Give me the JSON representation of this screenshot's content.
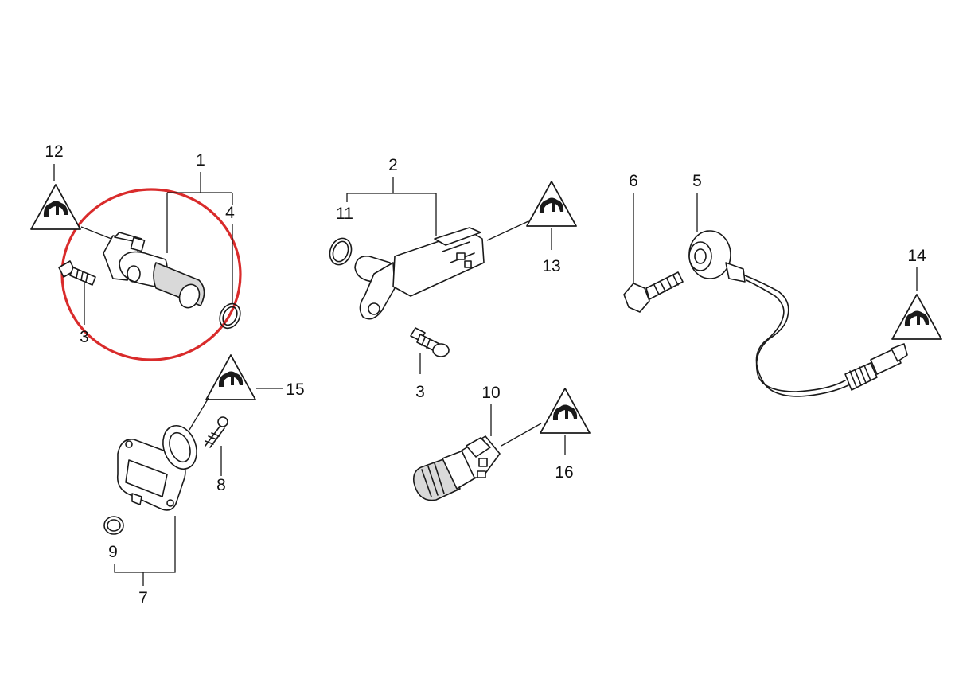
{
  "labels": {
    "p1": "1",
    "p2": "2",
    "p3a": "3",
    "p3b": "3",
    "p4": "4",
    "p5": "5",
    "p6": "6",
    "p7": "7",
    "p8": "8",
    "p9": "9",
    "p10": "10",
    "p11": "11",
    "p12": "12",
    "p13": "13",
    "p14": "14",
    "p15": "15",
    "p16": "16"
  },
  "colors": {
    "highlight": "#d92b2b",
    "ink": "#1a1a1a",
    "background": "#ffffff"
  },
  "icons": {
    "note_symbol": "warning-triangle-icon"
  }
}
